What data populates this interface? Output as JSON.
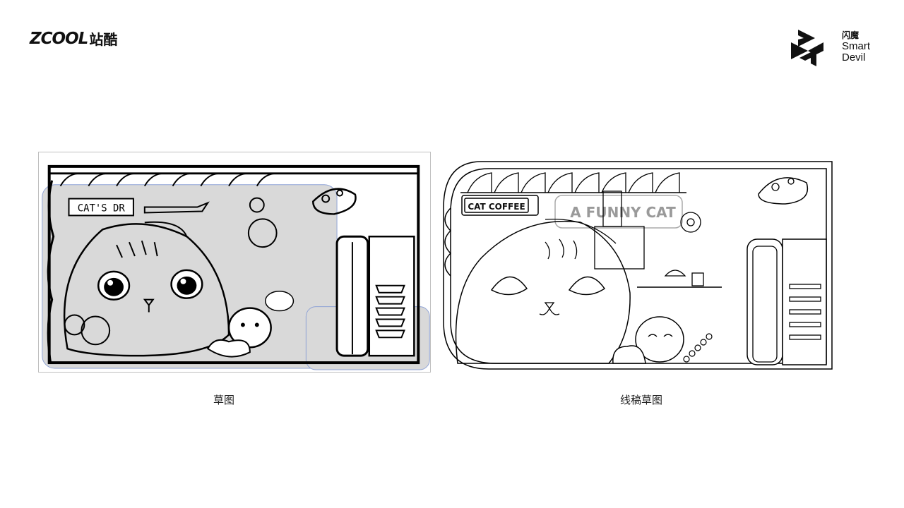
{
  "header": {
    "logo_latin": "ZCOOL",
    "logo_cjk": "站酷",
    "brand_cn": "闪魔",
    "brand_en_1": "Smart",
    "brand_en_2": "Devil"
  },
  "panels": {
    "sketch": {
      "caption": "草图",
      "sign_text": "CAT'S DR"
    },
    "line_art": {
      "caption": "线稿草图",
      "sign_text": "CAT COFFEE",
      "window_text": "A FUNNY CAT"
    }
  }
}
